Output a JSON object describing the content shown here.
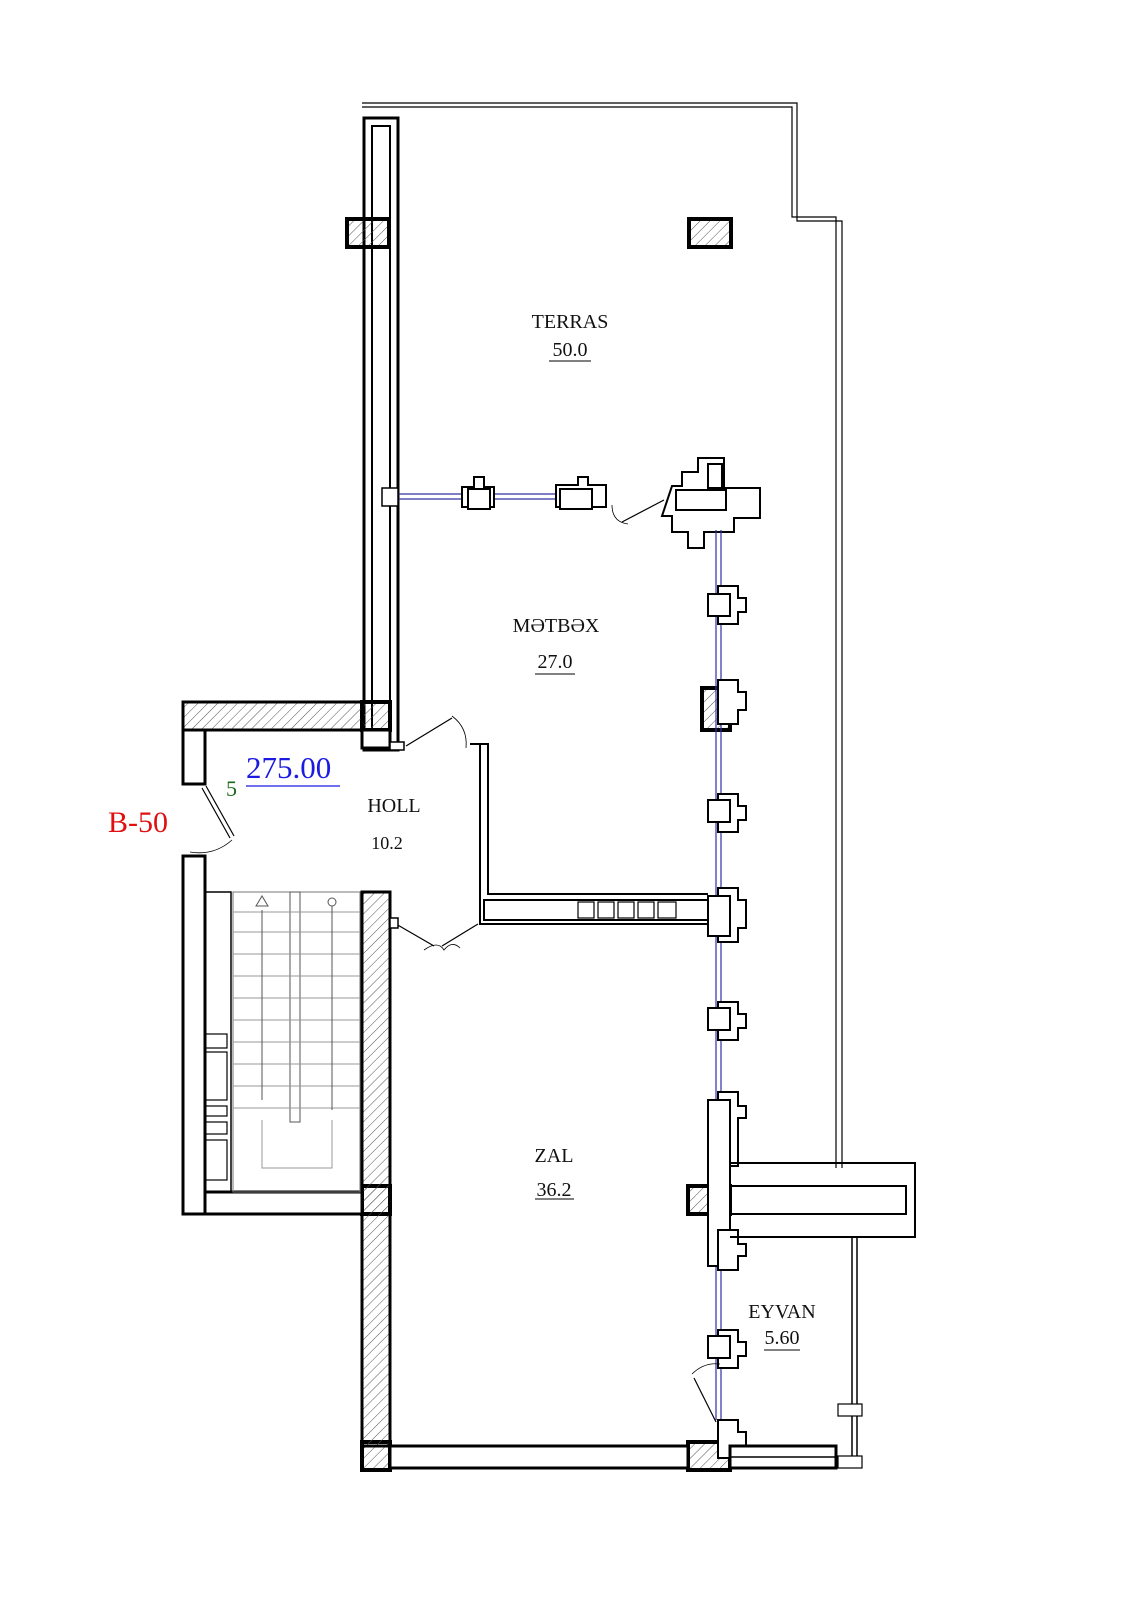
{
  "plan": {
    "apartment_code": "B-50",
    "apartment_count": "5",
    "total_area": "275.00",
    "colors": {
      "code": "#e01010",
      "total_area": "#1a1ae0",
      "count": "#1a6a1a",
      "wall": "#000000",
      "glazing": "#3030a0"
    },
    "rooms": [
      {
        "id": "terras",
        "name": "TERRAS",
        "area": "50.0"
      },
      {
        "id": "metbex",
        "name": "MƏTBƏX",
        "area": "27.0"
      },
      {
        "id": "holl",
        "name": "HOLL",
        "area": "10.2"
      },
      {
        "id": "zal",
        "name": "ZAL",
        "area": "36.2"
      },
      {
        "id": "eyvan",
        "name": "EYVAN",
        "area": "5.60"
      }
    ]
  }
}
